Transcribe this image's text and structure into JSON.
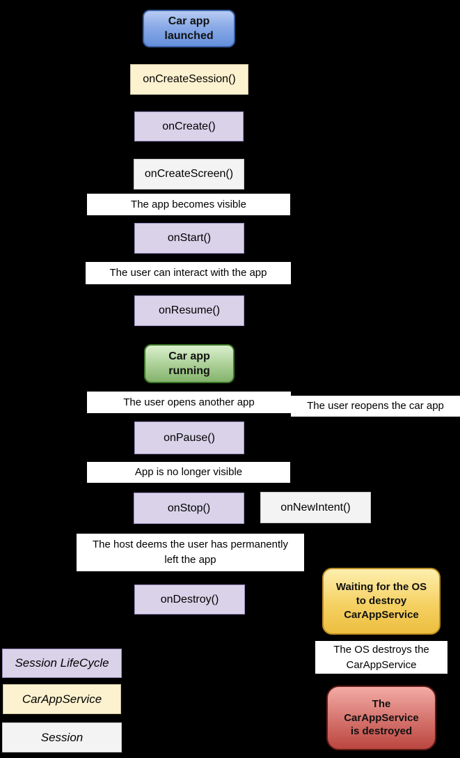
{
  "diagram_title": "Car app lifecycle flowchart",
  "colors": {
    "background": "#000000",
    "session_lifecycle_fill": "#d9d2e9",
    "car_app_service_fill": "#fdf2cf",
    "session_fill": "#f3f3f3",
    "note_fill": "#ffffff",
    "state_launched_blue": "#6d9eeb",
    "state_running_green": "#93c47d",
    "state_waiting_yellow": "#f1c232",
    "state_destroyed_red": "#cc4125"
  },
  "nodes": [
    {
      "id": "car-app-launched",
      "kind": "state-blue",
      "label": "Car app\nlaunched"
    },
    {
      "id": "on-create-session",
      "kind": "service",
      "label": "onCreateSession()"
    },
    {
      "id": "on-create",
      "kind": "lifecycle",
      "label": "onCreate()"
    },
    {
      "id": "on-create-screen",
      "kind": "session",
      "label": "onCreateScreen()"
    },
    {
      "id": "app-becomes-visible",
      "kind": "note",
      "label": "The app becomes visible"
    },
    {
      "id": "on-start",
      "kind": "lifecycle",
      "label": "onStart()"
    },
    {
      "id": "user-can-interact",
      "kind": "note",
      "label": "The user can interact with the app"
    },
    {
      "id": "on-resume",
      "kind": "lifecycle",
      "label": "onResume()"
    },
    {
      "id": "car-app-running",
      "kind": "state-green",
      "label": "Car app\nrunning"
    },
    {
      "id": "user-opens-another",
      "kind": "note",
      "label": "The user opens another app"
    },
    {
      "id": "user-reopens",
      "kind": "note",
      "label": "The user reopens the car app"
    },
    {
      "id": "on-pause",
      "kind": "lifecycle",
      "label": "onPause()"
    },
    {
      "id": "app-no-longer-visible",
      "kind": "note",
      "label": "App is no longer visible"
    },
    {
      "id": "on-stop",
      "kind": "lifecycle",
      "label": "onStop()"
    },
    {
      "id": "on-new-intent",
      "kind": "session",
      "label": "onNewIntent()"
    },
    {
      "id": "host-deems",
      "kind": "note",
      "label": "The host deems the user has permanently\nleft the app"
    },
    {
      "id": "on-destroy",
      "kind": "lifecycle",
      "label": "onDestroy()"
    },
    {
      "id": "waiting-os",
      "kind": "state-yellow",
      "label": "Waiting for the OS\nto destroy\nCarAppService"
    },
    {
      "id": "os-destroys",
      "kind": "note",
      "label": "The OS destroys the\nCarAppService"
    },
    {
      "id": "service-destroyed",
      "kind": "state-red",
      "label": "The\nCarAppService\nis destroyed"
    }
  ],
  "legend": [
    {
      "id": "legend-session-lifecycle",
      "kind": "lifecycle",
      "label": "Session LifeCycle"
    },
    {
      "id": "legend-car-app-service",
      "kind": "service",
      "label": "CarAppService"
    },
    {
      "id": "legend-session",
      "kind": "session",
      "label": "Session"
    }
  ]
}
